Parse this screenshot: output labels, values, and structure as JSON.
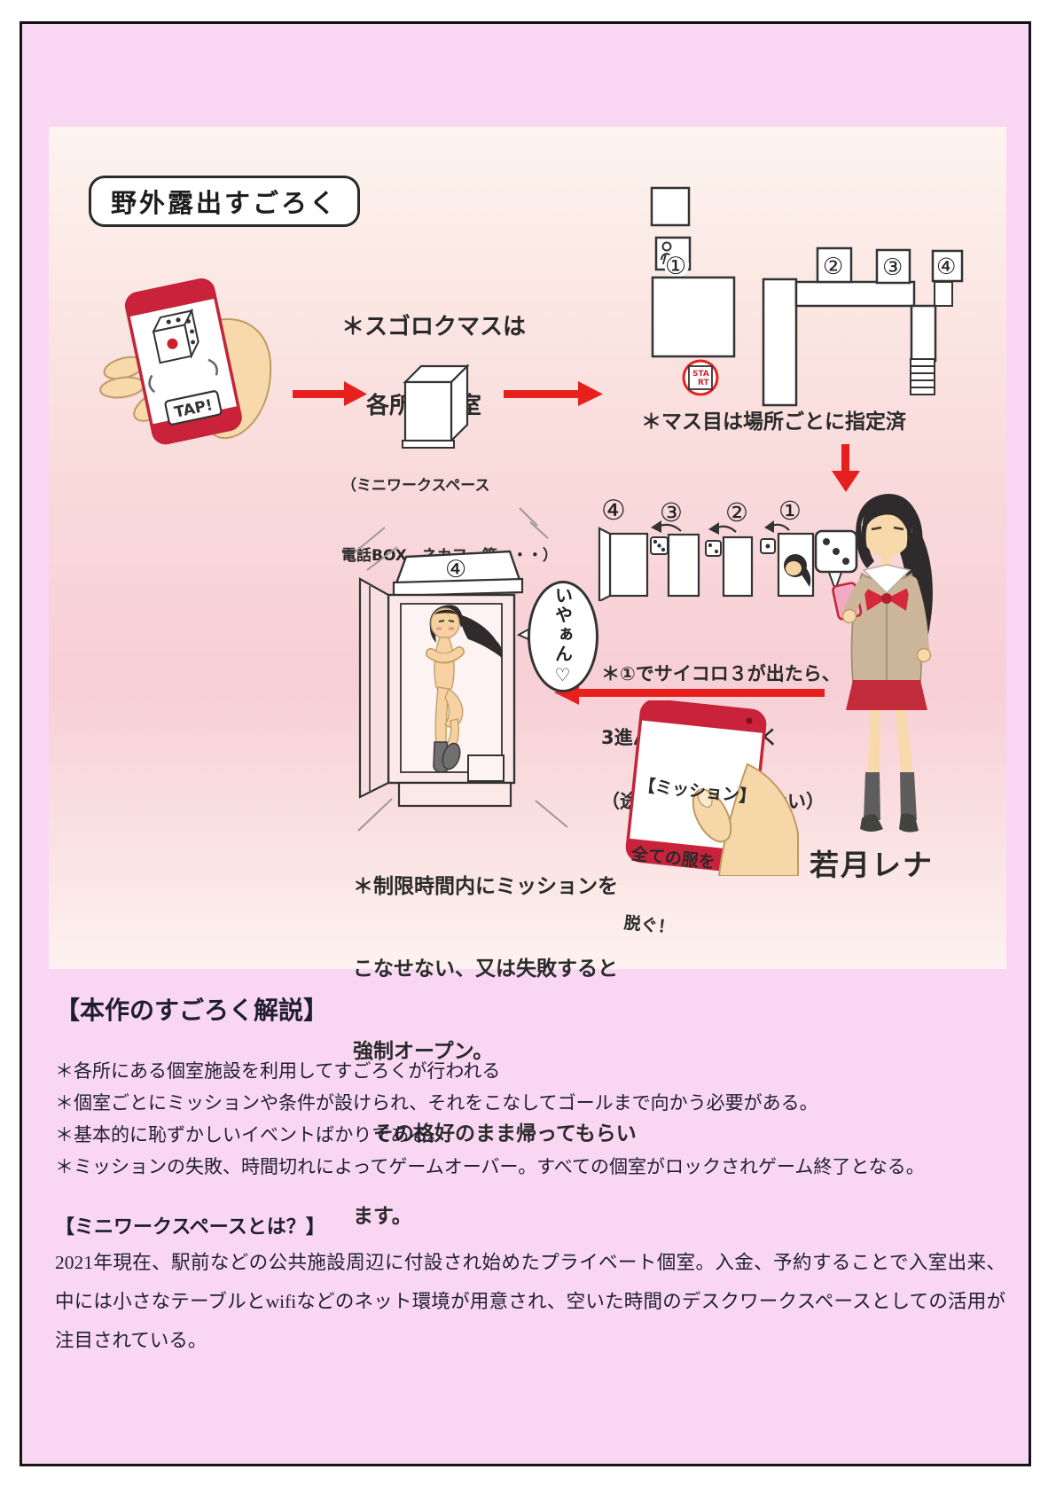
{
  "colors": {
    "pink_background": "#f9d7f3",
    "accent_red": "#e8201d",
    "phone_frame_red": "#c9223a",
    "ink": "#2a2a2a"
  },
  "illustration": {
    "title": "野外露出すごろく",
    "tap_label": "TAP!",
    "cell_note": {
      "line1": "＊スゴロクマスは",
      "line2": "各所の個室",
      "line3": "（ミニワークスペース",
      "line4": "電話BOX、ネカフェ等・・・）"
    },
    "map_note": "＊マス目は場所ごとに指定済",
    "map_squares": {
      "n1": "①",
      "n2": "②",
      "n3": "③",
      "n4": "④"
    },
    "start_label": {
      "line1": "STA",
      "line2": "RT"
    },
    "door_row": {
      "n4": "④",
      "n3": "③",
      "n2": "②",
      "n1": "①"
    },
    "dice_note": {
      "line1": "＊①でサイコロ３が出たら、",
      "line2": "3進んだ先の④が開く",
      "line3": "（途中のマスは開かない）"
    },
    "mission_phone": {
      "line1": "【ミッション】",
      "line2": "全ての服を",
      "line3": "脱ぐ！"
    },
    "open_booth": {
      "number": "④",
      "speech": "いやぁん♡"
    },
    "penalty_note": {
      "line1": "＊制限時間内にミッションを",
      "line2": "こなせない、又は失敗すると",
      "line3": "強制オープン。",
      "line4": "　その格好のまま帰ってもらい",
      "line5": "ます。"
    },
    "character_name": "若月レナ"
  },
  "explanation": {
    "heading": "【本作のすごろく解説】",
    "bullets": [
      "＊各所にある個室施設を利用してすごろくが行われる",
      "＊個室ごとにミッションや条件が設けられ、それをこなしてゴールまで向かう必要がある。",
      "＊基本的に恥ずかしいイベントばかりである。",
      "＊ミッションの失敗、時間切れによってゲームオーバー。すべての個室がロックされゲーム終了となる。"
    ],
    "subheading": "【ミニワークスペースとは？】",
    "paragraph": "2021年現在、駅前などの公共施設周辺に付設され始めたプライベート個室。入金、予約することで入室出来、中には小さなテーブルとwifiなどのネット環境が用意され、空いた時間のデスクワークスペースとしての活用が注目されている。"
  }
}
